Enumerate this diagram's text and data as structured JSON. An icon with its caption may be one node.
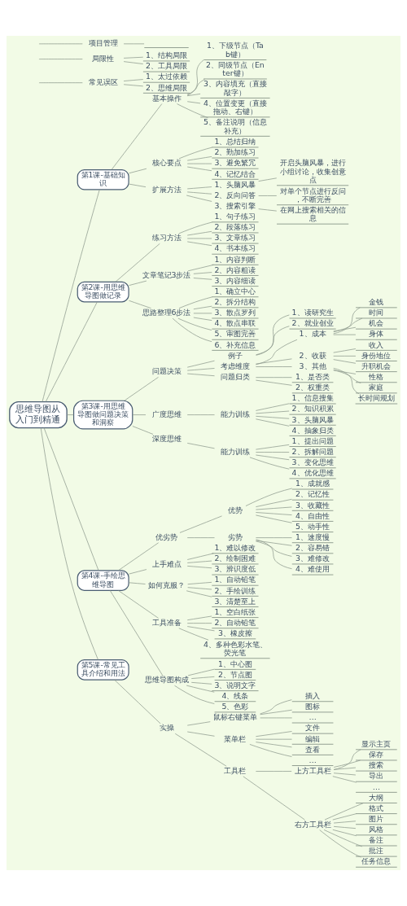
{
  "diagram": {
    "nodes": [
      {
        "text": [
          "思维导图从入门到精通"
        ]
      },
      {
        "text": [
          "第1课-基础知识"
        ]
      },
      {
        "text": [
          "基本操作"
        ]
      },
      {
        "text": [
          "1、下级节点（Tab键）"
        ]
      },
      {
        "text": [
          "2、同级节点（Enter键）"
        ]
      },
      {
        "text": [
          "3、内容填充（直接敲字）"
        ]
      },
      {
        "text": [
          "4、位置变更（直接拖动、右键）"
        ]
      },
      {
        "text": [
          "5、备注说明（信息补充）"
        ]
      },
      {
        "text": [
          "核心要点"
        ]
      },
      {
        "text": [
          "1、总结归纳"
        ]
      },
      {
        "text": [
          "2、勤加练习"
        ]
      },
      {
        "text": [
          "3、避免繁冗"
        ]
      },
      {
        "text": [
          "4、记忆结合"
        ]
      },
      {
        "text": [
          "扩展方法"
        ]
      },
      {
        "text": [
          "1、头脑风暴"
        ]
      },
      {
        "text": [
          "开启头脑风暴，进行小组讨论，收集创意点"
        ]
      },
      {
        "text": [
          "2、反向问答"
        ]
      },
      {
        "text": [
          "对单个节点进行反问，不断完善"
        ]
      },
      {
        "text": [
          "3、搜索引擎"
        ]
      },
      {
        "text": [
          "在网上搜索相关的信息"
        ]
      },
      {
        "text": [
          "第2课-用思维导图做记录"
        ]
      },
      {
        "text": [
          "练习方法"
        ]
      },
      {
        "text": [
          "1、句子练习"
        ]
      },
      {
        "text": [
          "2、段落练习"
        ]
      },
      {
        "text": [
          "3、文章练习"
        ]
      },
      {
        "text": [
          "4、书本练习"
        ]
      },
      {
        "text": [
          "文章笔记3步法"
        ]
      },
      {
        "text": [
          "1、内容判断"
        ]
      },
      {
        "text": [
          "2、内容粗读"
        ]
      },
      {
        "text": [
          "3、内容细读"
        ]
      },
      {
        "text": [
          "思路整理6步法"
        ]
      },
      {
        "text": [
          "1、确立中心"
        ]
      },
      {
        "text": [
          "2、拆分结构"
        ]
      },
      {
        "text": [
          "3、散点罗列"
        ]
      },
      {
        "text": [
          "4、散点串联"
        ]
      },
      {
        "text": [
          "5、审图完善"
        ]
      },
      {
        "text": [
          "6、补充信息"
        ]
      },
      {
        "text": [
          "第3课-用思维导图做问题决策和洞察"
        ]
      },
      {
        "text": [
          "问题决策"
        ]
      },
      {
        "text": [
          "例子"
        ]
      },
      {
        "text": [
          "1、读研究生"
        ]
      },
      {
        "text": [
          "2、就业创业"
        ]
      },
      {
        "text": [
          "考虑维度"
        ]
      },
      {
        "text": [
          "1、成本"
        ]
      },
      {
        "text": [
          "金钱"
        ]
      },
      {
        "text": [
          "时间"
        ]
      },
      {
        "text": [
          "机会"
        ]
      },
      {
        "text": [
          "身体"
        ]
      },
      {
        "text": [
          "2、收获"
        ]
      },
      {
        "text": [
          "收入"
        ]
      },
      {
        "text": [
          "身份地位"
        ]
      },
      {
        "text": [
          "升职机会"
        ]
      },
      {
        "text": [
          "3、其他"
        ]
      },
      {
        "text": [
          "性格"
        ]
      },
      {
        "text": [
          "家庭"
        ]
      },
      {
        "text": [
          "长时间规划"
        ]
      },
      {
        "text": [
          "问题归类"
        ]
      },
      {
        "text": [
          "1、是否类"
        ]
      },
      {
        "text": [
          "2、权重类"
        ]
      },
      {
        "text": [
          "广度思维"
        ]
      },
      {
        "text": [
          "能力训练"
        ]
      },
      {
        "text": [
          "1、信息搜集"
        ]
      },
      {
        "text": [
          "2、知识积累"
        ]
      },
      {
        "text": [
          "3、头脑风暴"
        ]
      },
      {
        "text": [
          "4、抽象归类"
        ]
      },
      {
        "text": [
          "深度思维"
        ]
      },
      {
        "text": [
          "能力训练"
        ]
      },
      {
        "text": [
          "1、提出问题"
        ]
      },
      {
        "text": [
          "2、拆解问题"
        ]
      },
      {
        "text": [
          "3、变化思维"
        ]
      },
      {
        "text": [
          "4、优化思维"
        ]
      },
      {
        "text": [
          "第4课-手绘思维导图"
        ]
      },
      {
        "text": [
          "优劣势"
        ]
      },
      {
        "text": [
          "优势"
        ]
      },
      {
        "text": [
          "1、成就感"
        ]
      },
      {
        "text": [
          "2、记忆性"
        ]
      },
      {
        "text": [
          "3、收藏性"
        ]
      },
      {
        "text": [
          "4、自由性"
        ]
      },
      {
        "text": [
          "5、动手性"
        ]
      },
      {
        "text": [
          "劣势"
        ]
      },
      {
        "text": [
          "1、速度慢"
        ]
      },
      {
        "text": [
          "2、容易错"
        ]
      },
      {
        "text": [
          "3、难修改"
        ]
      },
      {
        "text": [
          "4、难使用"
        ]
      },
      {
        "text": [
          "上手难点"
        ]
      },
      {
        "text": [
          "1、难以修改"
        ]
      },
      {
        "text": [
          "2、绘制困难"
        ]
      },
      {
        "text": [
          "3、辨识度低"
        ]
      },
      {
        "text": [
          "如何克服？"
        ]
      },
      {
        "text": [
          "1、自动铅笔"
        ]
      },
      {
        "text": [
          "2、手绘训练"
        ]
      },
      {
        "text": [
          "3、清楚至上"
        ]
      },
      {
        "text": [
          "工具准备"
        ]
      },
      {
        "text": [
          "1、空白纸张"
        ]
      },
      {
        "text": [
          "2、自动铅笔"
        ]
      },
      {
        "text": [
          "3、橡皮擦"
        ]
      },
      {
        "text": [
          "4、多种色彩水笔、荧光笔"
        ]
      },
      {
        "text": [
          "思维导图构成"
        ]
      },
      {
        "text": [
          "1、中心图"
        ]
      },
      {
        "text": [
          "2、节点图"
        ]
      },
      {
        "text": [
          "3、说明文字"
        ]
      },
      {
        "text": [
          "4、线条"
        ]
      },
      {
        "text": [
          "5、色彩"
        ]
      },
      {
        "text": [
          "第5课-常见工具介绍和用法"
        ]
      },
      {
        "text": [
          "实操"
        ]
      },
      {
        "text": [
          "鼠标右键菜单"
        ]
      },
      {
        "text": [
          "插入"
        ]
      },
      {
        "text": [
          "图标"
        ]
      },
      {
        "text": [
          "…"
        ]
      },
      {
        "text": [
          "菜单栏"
        ]
      },
      {
        "text": [
          "文件"
        ]
      },
      {
        "text": [
          "编辑"
        ]
      },
      {
        "text": [
          "查看"
        ]
      },
      {
        "text": [
          "…"
        ]
      },
      {
        "text": [
          "工具栏"
        ]
      },
      {
        "text": [
          "上方工具栏"
        ]
      },
      {
        "text": [
          "显示主页"
        ]
      },
      {
        "text": [
          "保存"
        ]
      },
      {
        "text": [
          "搜索"
        ]
      },
      {
        "text": [
          "导出"
        ]
      },
      {
        "text": [
          "…"
        ]
      },
      {
        "text": [
          "右方工具栏"
        ]
      },
      {
        "text": [
          "大纲"
        ]
      },
      {
        "text": [
          "格式"
        ]
      },
      {
        "text": [
          "图片"
        ]
      },
      {
        "text": [
          "风格"
        ]
      },
      {
        "text": [
          "备注"
        ]
      },
      {
        "text": [
          "批注"
        ]
      },
      {
        "text": [
          "任务信息"
        ]
      },
      {
        "text": [
          "常见误区"
        ]
      },
      {
        "text": [
          "1、太过依赖"
        ]
      },
      {
        "text": [
          "2、思维局限"
        ]
      },
      {
        "text": [
          "局限性"
        ]
      },
      {
        "text": [
          "1、结构局限"
        ]
      },
      {
        "text": [
          "2、工具局限"
        ]
      },
      {
        "text": [
          "项目管理"
        ]
      },
      {
        "text": [],
        "shape": "box"
      }
    ],
    "edges": [
      {
        "from": 0,
        "to": 1,
        "arrow": "none"
      },
      {
        "from": 1,
        "to": 2,
        "arrow": "none"
      },
      {
        "from": 2,
        "to": 3,
        "arrow": "none"
      },
      {
        "from": 2,
        "to": 4,
        "arrow": "none"
      },
      {
        "from": 2,
        "to": 5,
        "arrow": "none"
      },
      {
        "from": 2,
        "to": 6,
        "arrow": "none"
      },
      {
        "from": 2,
        "to": 7,
        "arrow": "none"
      },
      {
        "from": 1,
        "to": 8,
        "arrow": "none"
      },
      {
        "from": 8,
        "to": 9,
        "arrow": "none"
      },
      {
        "from": 8,
        "to": 10,
        "arrow": "none"
      },
      {
        "from": 8,
        "to": 11,
        "arrow": "none"
      },
      {
        "from": 8,
        "to": 12,
        "arrow": "none"
      },
      {
        "from": 1,
        "to": 13,
        "arrow": "none"
      },
      {
        "from": 13,
        "to": 14,
        "arrow": "none"
      },
      {
        "from": 14,
        "to": 15,
        "arrow": "none"
      },
      {
        "from": 13,
        "to": 16,
        "arrow": "none"
      },
      {
        "from": 16,
        "to": 17,
        "arrow": "none"
      },
      {
        "from": 13,
        "to": 18,
        "arrow": "none"
      },
      {
        "from": 18,
        "to": 19,
        "arrow": "none"
      },
      {
        "from": 0,
        "to": 20,
        "arrow": "none"
      },
      {
        "from": 20,
        "to": 21,
        "arrow": "none"
      },
      {
        "from": 21,
        "to": 22,
        "arrow": "none"
      },
      {
        "from": 21,
        "to": 23,
        "arrow": "none"
      },
      {
        "from": 21,
        "to": 24,
        "arrow": "none"
      },
      {
        "from": 21,
        "to": 25,
        "arrow": "none"
      },
      {
        "from": 20,
        "to": 26,
        "arrow": "none"
      },
      {
        "from": 26,
        "to": 27,
        "arrow": "none"
      },
      {
        "from": 26,
        "to": 28,
        "arrow": "none"
      },
      {
        "from": 26,
        "to": 29,
        "arrow": "none"
      },
      {
        "from": 20,
        "to": 30,
        "arrow": "none"
      },
      {
        "from": 30,
        "to": 31,
        "arrow": "none"
      },
      {
        "from": 30,
        "to": 32,
        "arrow": "none"
      },
      {
        "from": 30,
        "to": 33,
        "arrow": "none"
      },
      {
        "from": 30,
        "to": 34,
        "arrow": "none"
      },
      {
        "from": 30,
        "to": 35,
        "arrow": "none"
      },
      {
        "from": 30,
        "to": 36,
        "arrow": "none"
      },
      {
        "from": 0,
        "to": 37,
        "arrow": "none"
      },
      {
        "from": 37,
        "to": 38,
        "arrow": "none"
      },
      {
        "from": 38,
        "to": 39,
        "arrow": "none"
      },
      {
        "from": 39,
        "to": 40,
        "arrow": "none"
      },
      {
        "from": 39,
        "to": 41,
        "arrow": "none"
      },
      {
        "from": 38,
        "to": 42,
        "arrow": "none"
      },
      {
        "from": 42,
        "to": 43,
        "arrow": "none"
      },
      {
        "from": 43,
        "to": 44,
        "arrow": "none"
      },
      {
        "from": 43,
        "to": 45,
        "arrow": "none"
      },
      {
        "from": 43,
        "to": 46,
        "arrow": "none"
      },
      {
        "from": 43,
        "to": 47,
        "arrow": "none"
      },
      {
        "from": 42,
        "to": 48,
        "arrow": "none"
      },
      {
        "from": 48,
        "to": 49,
        "arrow": "none"
      },
      {
        "from": 48,
        "to": 50,
        "arrow": "none"
      },
      {
        "from": 48,
        "to": 51,
        "arrow": "none"
      },
      {
        "from": 42,
        "to": 52,
        "arrow": "none"
      },
      {
        "from": 52,
        "to": 53,
        "arrow": "none"
      },
      {
        "from": 52,
        "to": 54,
        "arrow": "none"
      },
      {
        "from": 52,
        "to": 55,
        "arrow": "none"
      },
      {
        "from": 38,
        "to": 56,
        "arrow": "none"
      },
      {
        "from": 56,
        "to": 57,
        "arrow": "none"
      },
      {
        "from": 56,
        "to": 58,
        "arrow": "none"
      },
      {
        "from": 37,
        "to": 59,
        "arrow": "none"
      },
      {
        "from": 59,
        "to": 60,
        "arrow": "none"
      },
      {
        "from": 60,
        "to": 61,
        "arrow": "none"
      },
      {
        "from": 60,
        "to": 62,
        "arrow": "none"
      },
      {
        "from": 60,
        "to": 63,
        "arrow": "none"
      },
      {
        "from": 60,
        "to": 64,
        "arrow": "none"
      },
      {
        "from": 37,
        "to": 65,
        "arrow": "none"
      },
      {
        "from": 65,
        "to": 66,
        "arrow": "none"
      },
      {
        "from": 66,
        "to": 67,
        "arrow": "none"
      },
      {
        "from": 66,
        "to": 68,
        "arrow": "none"
      },
      {
        "from": 66,
        "to": 69,
        "arrow": "none"
      },
      {
        "from": 66,
        "to": 70,
        "arrow": "none"
      },
      {
        "from": 0,
        "to": 71,
        "arrow": "none"
      },
      {
        "from": 71,
        "to": 72,
        "arrow": "none"
      },
      {
        "from": 72,
        "to": 73,
        "arrow": "none"
      },
      {
        "from": 73,
        "to": 74,
        "arrow": "none"
      },
      {
        "from": 73,
        "to": 75,
        "arrow": "none"
      },
      {
        "from": 73,
        "to": 76,
        "arrow": "none"
      },
      {
        "from": 73,
        "to": 77,
        "arrow": "none"
      },
      {
        "from": 73,
        "to": 78,
        "arrow": "none"
      },
      {
        "from": 72,
        "to": 79,
        "arrow": "none"
      },
      {
        "from": 79,
        "to": 80,
        "arrow": "none"
      },
      {
        "from": 79,
        "to": 81,
        "arrow": "none"
      },
      {
        "from": 79,
        "to": 82,
        "arrow": "none"
      },
      {
        "from": 79,
        "to": 83,
        "arrow": "none"
      },
      {
        "from": 71,
        "to": 84,
        "arrow": "none"
      },
      {
        "from": 84,
        "to": 85,
        "arrow": "none"
      },
      {
        "from": 84,
        "to": 86,
        "arrow": "none"
      },
      {
        "from": 84,
        "to": 87,
        "arrow": "none"
      },
      {
        "from": 71,
        "to": 88,
        "arrow": "none"
      },
      {
        "from": 88,
        "to": 89,
        "arrow": "none"
      },
      {
        "from": 88,
        "to": 90,
        "arrow": "none"
      },
      {
        "from": 88,
        "to": 91,
        "arrow": "none"
      },
      {
        "from": 71,
        "to": 92,
        "arrow": "none"
      },
      {
        "from": 92,
        "to": 93,
        "arrow": "none"
      },
      {
        "from": 92,
        "to": 94,
        "arrow": "none"
      },
      {
        "from": 92,
        "to": 95,
        "arrow": "none"
      },
      {
        "from": 92,
        "to": 96,
        "arrow": "none"
      },
      {
        "from": 71,
        "to": 97,
        "arrow": "none"
      },
      {
        "from": 97,
        "to": 98,
        "arrow": "none"
      },
      {
        "from": 97,
        "to": 99,
        "arrow": "none"
      },
      {
        "from": 97,
        "to": 100,
        "arrow": "none"
      },
      {
        "from": 97,
        "to": 101,
        "arrow": "none"
      },
      {
        "from": 97,
        "to": 102,
        "arrow": "none"
      },
      {
        "from": 0,
        "to": 103,
        "arrow": "none"
      },
      {
        "from": 103,
        "to": 104,
        "arrow": "none"
      },
      {
        "from": 104,
        "to": 105,
        "arrow": "none"
      },
      {
        "from": 105,
        "to": 106,
        "arrow": "none"
      },
      {
        "from": 105,
        "to": 107,
        "arrow": "none"
      },
      {
        "from": 105,
        "to": 108,
        "arrow": "none"
      },
      {
        "from": 104,
        "to": 109,
        "arrow": "none"
      },
      {
        "from": 109,
        "to": 110,
        "arrow": "none"
      },
      {
        "from": 109,
        "to": 111,
        "arrow": "none"
      },
      {
        "from": 109,
        "to": 112,
        "arrow": "none"
      },
      {
        "from": 109,
        "to": 113,
        "arrow": "none"
      },
      {
        "from": 104,
        "to": 114,
        "arrow": "none"
      },
      {
        "from": 114,
        "to": 115,
        "arrow": "none"
      },
      {
        "from": 115,
        "to": 116,
        "arrow": "none"
      },
      {
        "from": 115,
        "to": 117,
        "arrow": "none"
      },
      {
        "from": 115,
        "to": 118,
        "arrow": "none"
      },
      {
        "from": 115,
        "to": 119,
        "arrow": "none"
      },
      {
        "from": 115,
        "to": 120,
        "arrow": "none"
      },
      {
        "from": 114,
        "to": 121,
        "arrow": "none"
      },
      {
        "from": 121,
        "to": 122,
        "arrow": "none"
      },
      {
        "from": 121,
        "to": 123,
        "arrow": "none"
      },
      {
        "from": 121,
        "to": 124,
        "arrow": "none"
      },
      {
        "from": 121,
        "to": 125,
        "arrow": "none"
      },
      {
        "from": 121,
        "to": 126,
        "arrow": "none"
      },
      {
        "from": 121,
        "to": 127,
        "arrow": "none"
      },
      {
        "from": 121,
        "to": 128,
        "arrow": "none"
      },
      {
        "from": null,
        "to": 129,
        "arrow": "none"
      },
      {
        "from": 129,
        "to": 130,
        "arrow": "none"
      },
      {
        "from": 129,
        "to": 131,
        "arrow": "none"
      },
      {
        "from": null,
        "to": 132,
        "arrow": "none"
      },
      {
        "from": 132,
        "to": 133,
        "arrow": "none"
      },
      {
        "from": 132,
        "to": 134,
        "arrow": "none"
      },
      {
        "from": null,
        "to": 135,
        "arrow": "none"
      },
      {
        "from": 135,
        "to": 136,
        "arrow": "none"
      }
    ]
  }
}
